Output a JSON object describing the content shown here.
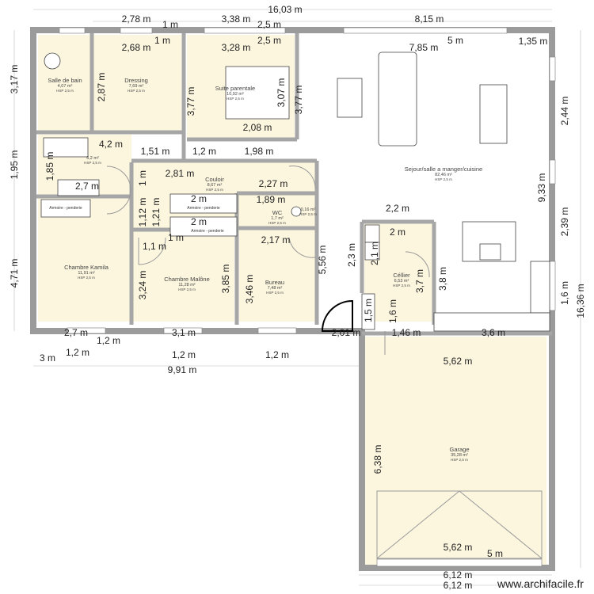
{
  "plan": {
    "rooms": [
      {
        "name": "Salle de bain",
        "area": "4,07 m²",
        "hsp": "HSP 2,5 m"
      },
      {
        "name": "Dressing",
        "area": "7,69 m²",
        "hsp": "HSP 2,5 m"
      },
      {
        "name": "Suite parentale",
        "area": "10,92 m²",
        "hsp": "HSP 2,5 m"
      },
      {
        "name": "",
        "area": "6,2 m²",
        "hsp": "HSP 2,5 m"
      },
      {
        "name": "Couloir",
        "area": "8,67 m²",
        "hsp": "HSP 2,5 m"
      },
      {
        "name": "WC",
        "area": "1,7 m²",
        "hsp": "HSP 2,5 m"
      },
      {
        "name": "",
        "area": "0,16 m²",
        "hsp": "HSP 2,5 m"
      },
      {
        "name": "Chambre Kamila",
        "area": "11,91 m²",
        "hsp": "HSP 2,5 m"
      },
      {
        "name": "Chambre Malône",
        "area": "11,28 m²",
        "hsp": "HSP 2,5 m"
      },
      {
        "name": "Bureau",
        "area": "7,48 m²",
        "hsp": "HSP 2,5 m"
      },
      {
        "name": "Sejour/salle a manger/cuisine",
        "area": "82,46 m²",
        "hsp": "HSP 2,5 m"
      },
      {
        "name": "Céllier",
        "area": "6,53 m²",
        "hsp": "HSP 2,5 m"
      },
      {
        "name": "Garage",
        "area": "35,28 m²",
        "hsp": "HSP 2,5 m"
      }
    ],
    "closets": [
      "Armoire - penderie",
      "Armoire - penderie",
      "Armoire - penderie"
    ],
    "dimensions": [
      "16,03 m",
      "2,78 m",
      "1 m",
      "3,38 m",
      "2,5 m",
      "8,15 m",
      "1 m",
      "2,68 m",
      "2,5 m",
      "3,28 m",
      "5 m",
      "7,85 m",
      "1,35 m",
      "3,17 m",
      "2,87 m",
      "3,77 m",
      "3,07 m",
      "3,77 m",
      "2,44 m",
      "9,33 m",
      "1,95 m",
      "1,85 m",
      "2,39 m",
      "4,71 m",
      "5,56 m",
      "2,3 m",
      "2,1 m",
      "3,7 m",
      "3,8 m",
      "1,6 m",
      "16,36 m",
      "1,12 m",
      "1,21 m",
      "1 m",
      "3,24 m",
      "3,85 m",
      "3,46 m",
      "1,5 m",
      "1,6 m",
      "6,38 m",
      "2,08 m",
      "4,2 m",
      "1,51 m",
      "1,2 m",
      "1,98 m",
      "2,81 m",
      "2,27 m",
      "2,7 m",
      "2 m",
      "1,89 m",
      "2,2 m",
      "2 m",
      "2 m",
      "2,17 m",
      "1 m",
      "1,1 m",
      "2,7 m",
      "1,2 m",
      "3,1 m",
      "2,01 m",
      "1,46 m",
      "3,6 m",
      "1,2 m",
      "3 m",
      "1,2 m",
      "1,2 m",
      "9,91 m",
      "5,62 m",
      "5,62 m",
      "5 m",
      "6,12 m",
      "6,12 m"
    ],
    "watermark": "www.archifacile.fr",
    "colors": {
      "wall": "#9b9b9b",
      "room_fill": "#fcf6df",
      "living_fill": "#ffffff"
    }
  }
}
